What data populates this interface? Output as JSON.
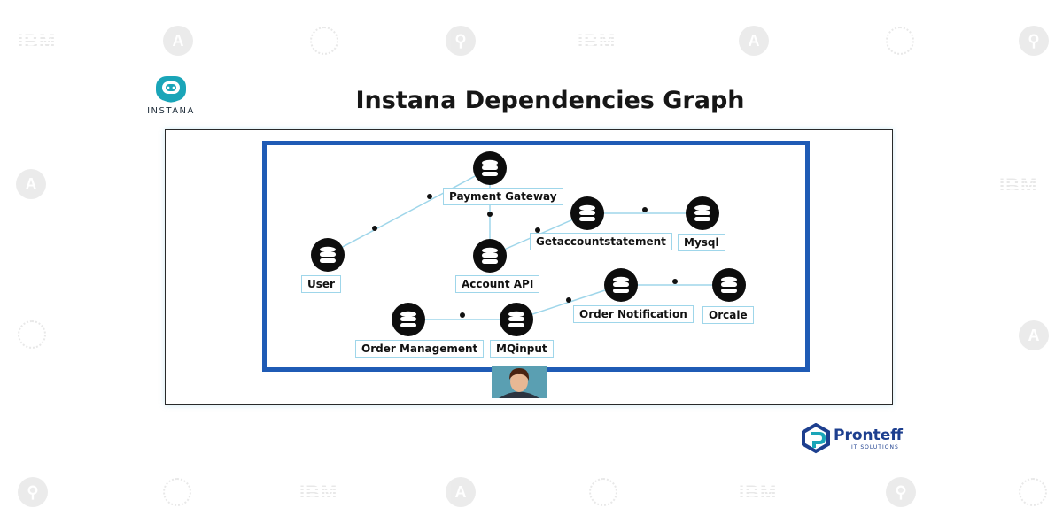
{
  "title": "Instana Dependencies Graph",
  "brand": {
    "logo_text": "INSTANA",
    "company": "Pronteff",
    "company_tagline": "IT SOLUTIONS"
  },
  "watermark": {
    "text": "IBM"
  },
  "colors": {
    "border_blue": "#1f5bb5",
    "edge": "#9fd6ea",
    "node": "#0d0d0d",
    "brand_teal": "#1aa5b8",
    "brand_navy": "#1d3f8f"
  },
  "nodes": [
    {
      "id": "payment-gateway",
      "label": "Payment Gateway",
      "icon": "database-icon"
    },
    {
      "id": "getaccountstatement",
      "label": "Getaccountstatement",
      "icon": "database-icon"
    },
    {
      "id": "mysql",
      "label": "Mysql",
      "icon": "database-icon"
    },
    {
      "id": "user",
      "label": "User",
      "icon": "database-icon"
    },
    {
      "id": "account-api",
      "label": "Account API",
      "icon": "database-icon"
    },
    {
      "id": "order-notification",
      "label": "Order Notification",
      "icon": "database-icon"
    },
    {
      "id": "orcale",
      "label": "Orcale",
      "icon": "database-icon"
    },
    {
      "id": "order-management",
      "label": "Order Management",
      "icon": "database-icon"
    },
    {
      "id": "mqinput",
      "label": "MQinput",
      "icon": "database-icon"
    }
  ],
  "edges": [
    {
      "from": "user",
      "to": "payment-gateway"
    },
    {
      "from": "payment-gateway",
      "to": "account-api"
    },
    {
      "from": "account-api",
      "to": "getaccountstatement"
    },
    {
      "from": "getaccountstatement",
      "to": "mysql"
    },
    {
      "from": "order-management",
      "to": "mqinput"
    },
    {
      "from": "mqinput",
      "to": "order-notification"
    },
    {
      "from": "order-notification",
      "to": "orcale"
    }
  ]
}
